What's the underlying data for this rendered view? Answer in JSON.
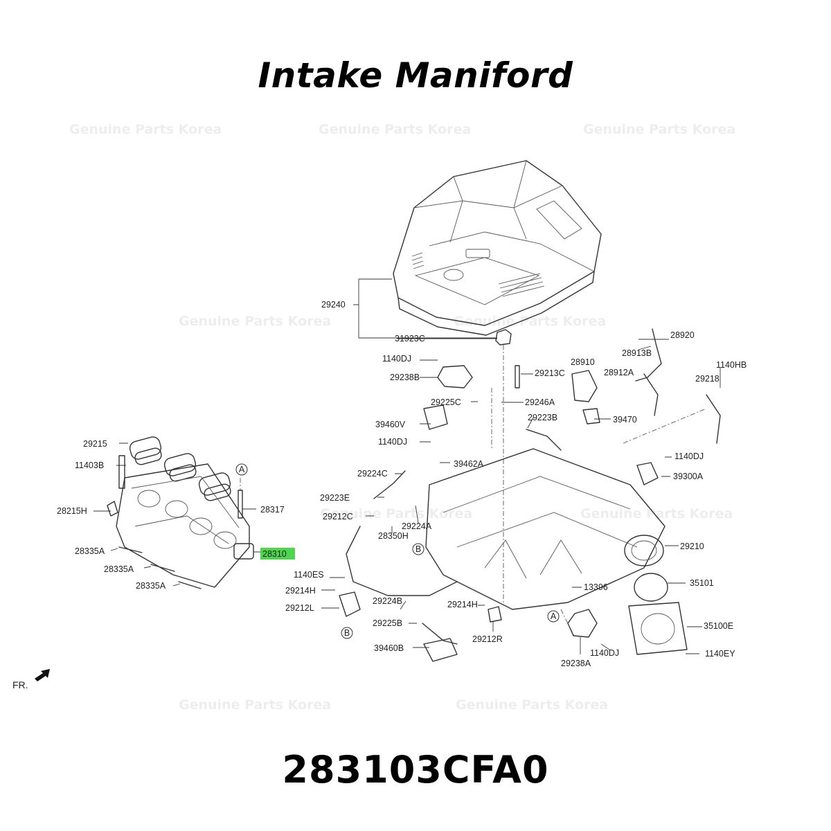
{
  "title": "Intake Maniford",
  "part_number": "283103CFA0",
  "watermark": "Genuine Parts Korea",
  "front_marker": "FR.",
  "highlight_color": "#4cd64c",
  "labels": {
    "l29240": "29240",
    "l31923c": "31923C",
    "l28920": "28920",
    "l28913b": "28913B",
    "l1140hb": "1140HB",
    "l29218": "29218",
    "l1140dj_a": "1140DJ",
    "l29238b": "29238B",
    "l28910": "28910",
    "l29213c": "29213C",
    "l28912a": "28912A",
    "l29225c": "29225C",
    "l29246a": "29246A",
    "l39460v": "39460V",
    "l29223b": "29223B",
    "l39470": "39470",
    "l1140dj_b": "1140DJ",
    "l39462a": "39462A",
    "l1140dj_c": "1140DJ",
    "l29215": "29215",
    "l11403b": "11403B",
    "l29224c": "29224C",
    "l39300a": "39300A",
    "l28317": "28317",
    "l29223e": "29223E",
    "l28215h": "28215H",
    "l29212c": "29212C",
    "l29224a": "29224A",
    "l28350h": "28350H",
    "l29210": "29210",
    "l28335a_1": "28335A",
    "l28310": "28310",
    "l28335a_2": "28335A",
    "l35101": "35101",
    "l1140es": "1140ES",
    "l13396": "13396",
    "l29214h_a": "29214H",
    "l28335a_3": "28335A",
    "l29224b": "29224B",
    "l29214h_b": "29214H",
    "l29212l": "29212L",
    "l29225b": "29225B",
    "l35100e": "35100E",
    "l29212r": "29212R",
    "l39460b": "39460B",
    "l1140dj_d": "1140DJ",
    "l1140ey": "1140EY",
    "l29238a": "29238A"
  },
  "callouts": {
    "a_left": "A",
    "a_bottom": "A",
    "b_upper": "B",
    "b_lower": "B"
  }
}
